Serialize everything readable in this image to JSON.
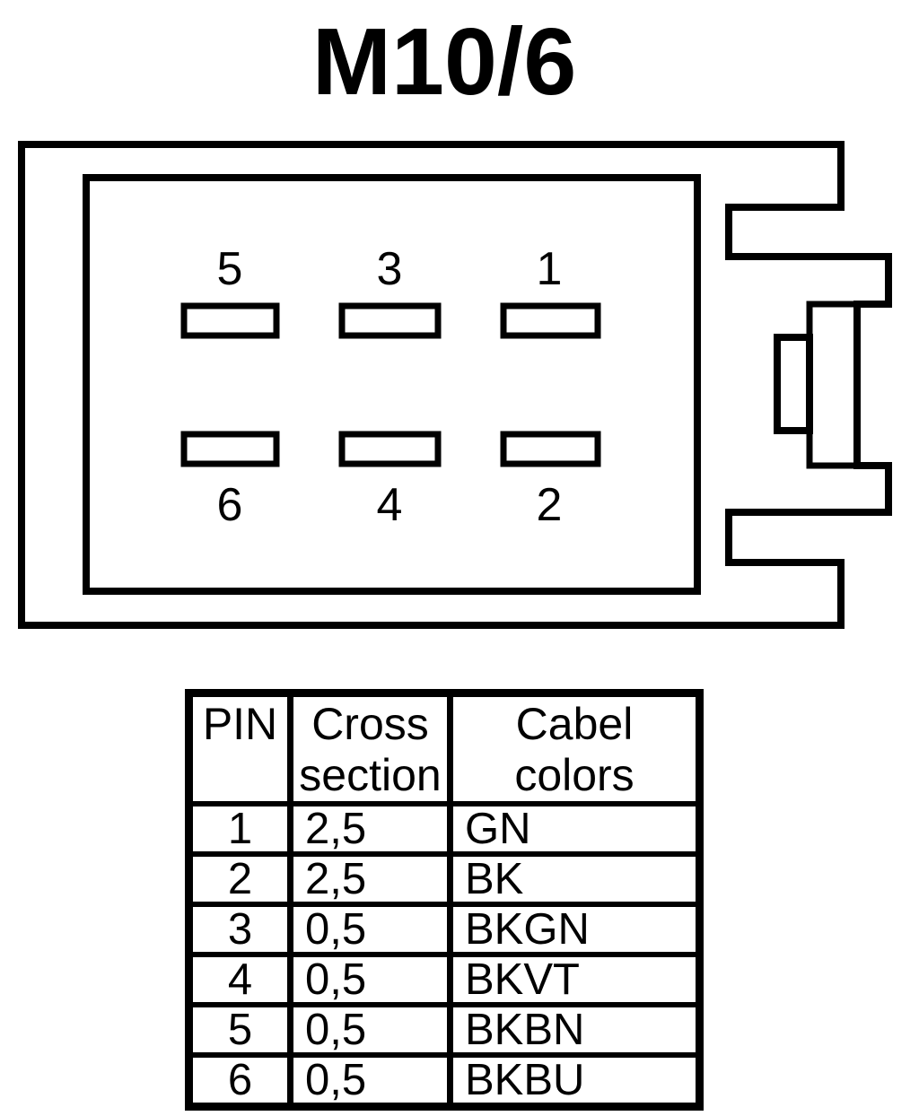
{
  "page": {
    "background": "#ffffff",
    "line_color": "#000000"
  },
  "title": "M10/6",
  "connector": {
    "pin_labels_top": [
      "5",
      "3",
      "1"
    ],
    "pin_labels_bottom": [
      "6",
      "4",
      "2"
    ]
  },
  "table": {
    "headers": {
      "pin": {
        "line1": "PIN",
        "line2": ""
      },
      "cross_section": {
        "line1": "Cross",
        "line2": "section"
      },
      "cable_colors": {
        "line1": "Cabel",
        "line2": "colors"
      }
    },
    "rows": [
      {
        "pin": "1",
        "cross_section": "2,5",
        "cable_color": "GN"
      },
      {
        "pin": "2",
        "cross_section": "2,5",
        "cable_color": "BK"
      },
      {
        "pin": "3",
        "cross_section": "0,5",
        "cable_color": "BKGN"
      },
      {
        "pin": "4",
        "cross_section": "0,5",
        "cable_color": "BKVT"
      },
      {
        "pin": "5",
        "cross_section": "0,5",
        "cable_color": "BKBN"
      },
      {
        "pin": "6",
        "cross_section": "0,5",
        "cable_color": "BKBU"
      }
    ]
  }
}
